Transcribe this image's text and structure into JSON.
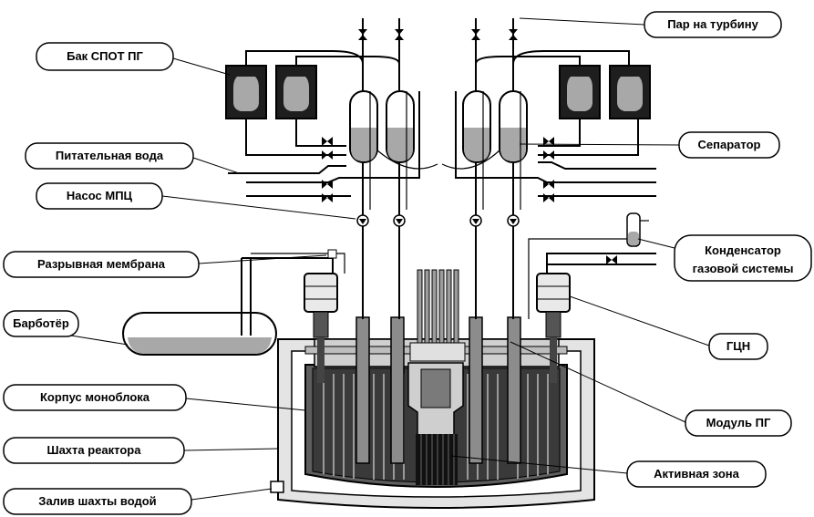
{
  "labels": {
    "bak_spot": "Бак СПОТ ПГ",
    "pitatelnaya": "Питательная вода",
    "nasos_mpc": "Насос МПЦ",
    "membrana": "Разрывная мембрана",
    "barboter": "Барботёр",
    "korpus": "Корпус моноблока",
    "shakhta": "Шахта реактора",
    "zaliv": "Залив шахты водой",
    "par": "Пар на турбину",
    "separator": "Сепаратор",
    "kondensator_1": "Конденсатор",
    "kondensator_2": "газовой системы",
    "gcn": "ГЦН",
    "modul": "Модуль ПГ",
    "aktiv": "Активная зона"
  },
  "colors": {
    "liquid": "#a8a8a8",
    "dark": "#1e1e1e",
    "label_fill": "#ffffff"
  }
}
